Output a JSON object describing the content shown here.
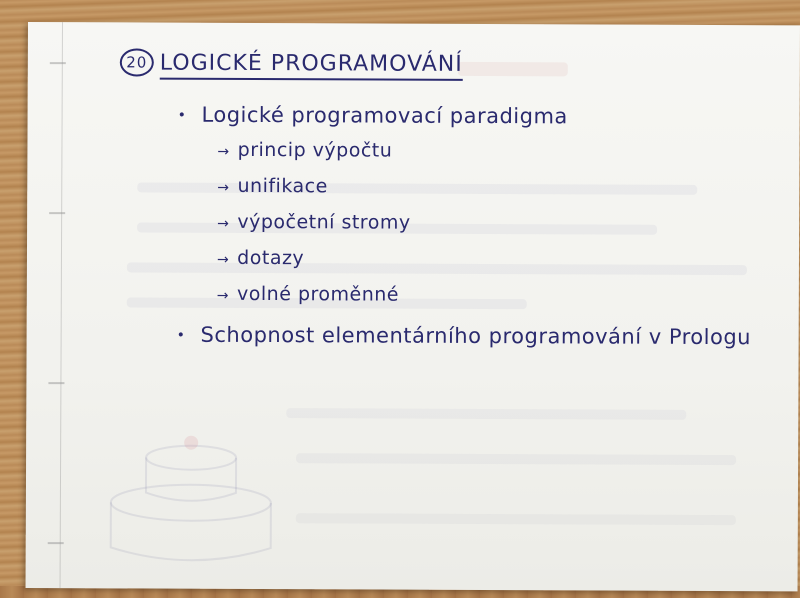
{
  "note": {
    "number": "20",
    "title": "LOGICKÉ PROGRAMOVÁNÍ",
    "items": [
      {
        "text": "Logické programovací paradigma",
        "subitems": [
          "princip výpočtu",
          "unifikace",
          "výpočetní stromy",
          "dotazy",
          "volné proměnné"
        ]
      },
      {
        "text": "Schopnost elementárního programování v Prologu",
        "subitems": []
      }
    ],
    "arrow_glyph": "→",
    "ink_color": "#2a2a6e"
  }
}
